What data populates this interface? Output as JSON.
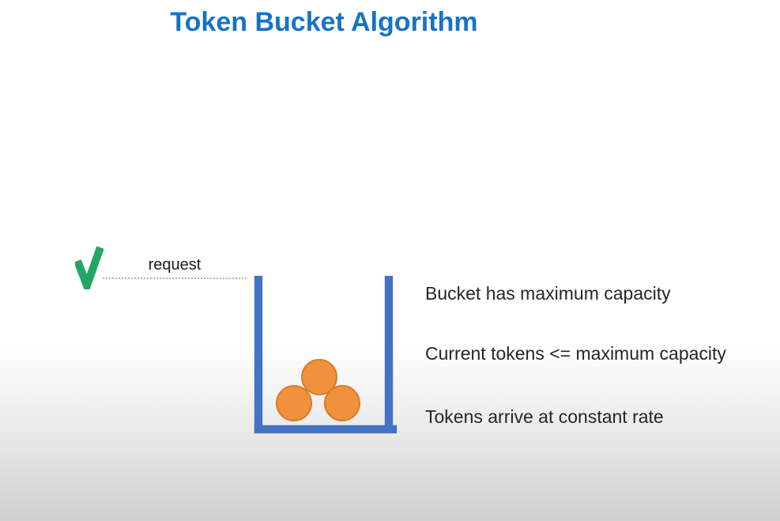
{
  "title": "Token Bucket Algorithm",
  "request": {
    "label": "request"
  },
  "notes": [
    {
      "text": "Bucket has maximum capacity"
    },
    {
      "text": "Current tokens <= maximum capacity"
    },
    {
      "text": "Tokens arrive at constant rate"
    }
  ],
  "bucket": {
    "token_count": 3
  },
  "colors": {
    "title_blue": "#1673C4",
    "bucket_blue": "#4472C4",
    "token_fill": "#F0913C",
    "token_border": "#D97C28",
    "check_green": "#23A566",
    "dotted_line_orange": "#DFA878",
    "note_text": "#262626",
    "background_bottom_gray": "#CFCFCF"
  }
}
